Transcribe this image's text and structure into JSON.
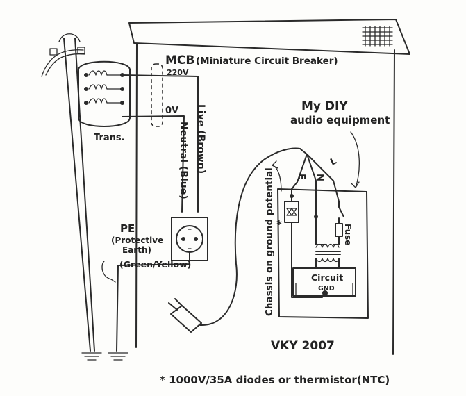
{
  "labels": {
    "mcb": "MCB",
    "mcb_full": "(Miniature Circuit Breaker)",
    "v220": "220V",
    "v0": "0V",
    "trans": "Trans.",
    "live": "Live (Brown)",
    "neutral": "Neutral (Blue)",
    "pe": "PE",
    "pe_desc1": "(Protective",
    "pe_desc2": "Earth)",
    "pe_desc3": "(Green/Yellow)",
    "diy1": "My DIY",
    "diy2": "audio equipment",
    "chassis": "Chassis on ground potential",
    "l": "L",
    "n": "N",
    "e": "E",
    "fuse": "Fuse",
    "circuit": "Circuit",
    "gnd": "GND",
    "star": "*",
    "signature": "VKY 2007",
    "footnote": "* 1000V/35A diodes or thermistor(NTC)"
  }
}
